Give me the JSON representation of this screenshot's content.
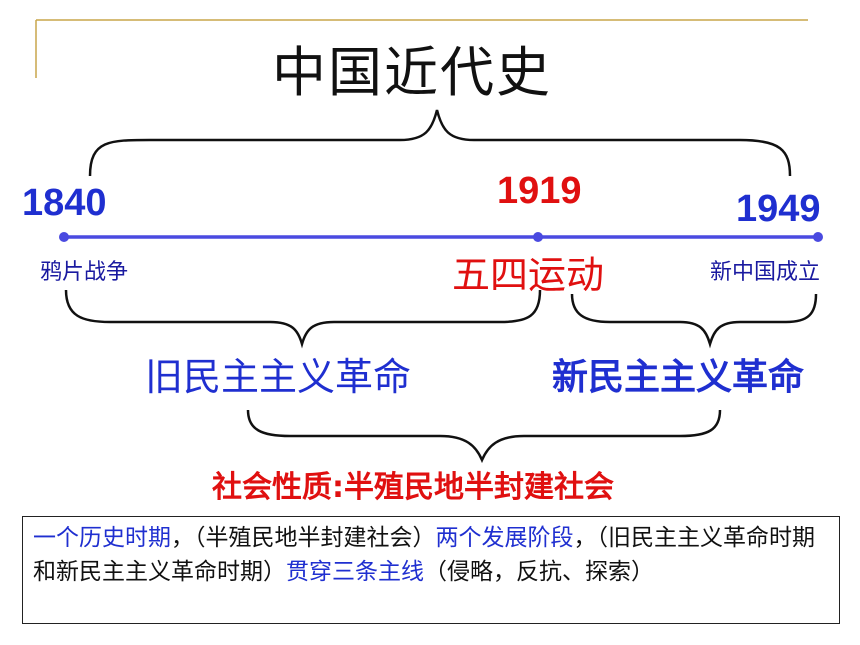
{
  "title": "中国近代史",
  "timeline": {
    "years": [
      "1840",
      "1919",
      "1949"
    ],
    "events": [
      "鸦片战争",
      "五四运动",
      "新中国成立"
    ]
  },
  "periods": {
    "old": "旧民主主义革命",
    "new": "新民主主义革命"
  },
  "society": "社会性质:半殖民地半封建社会",
  "summary": {
    "p1": "一个历史时期",
    "p2": "，（半殖民地半封建社会）",
    "p3": "两个发展阶段",
    "p4": "，（旧民主主义革命时期和新民主主义革命时期）",
    "p5": "贯穿三条主线",
    "p6": "（侵略，反抗、探索）"
  },
  "colors": {
    "blue": "#1f2fd0",
    "red": "#e01010",
    "frame_gold": "#c8a64a",
    "timeline_line": "#4a4ae0"
  }
}
